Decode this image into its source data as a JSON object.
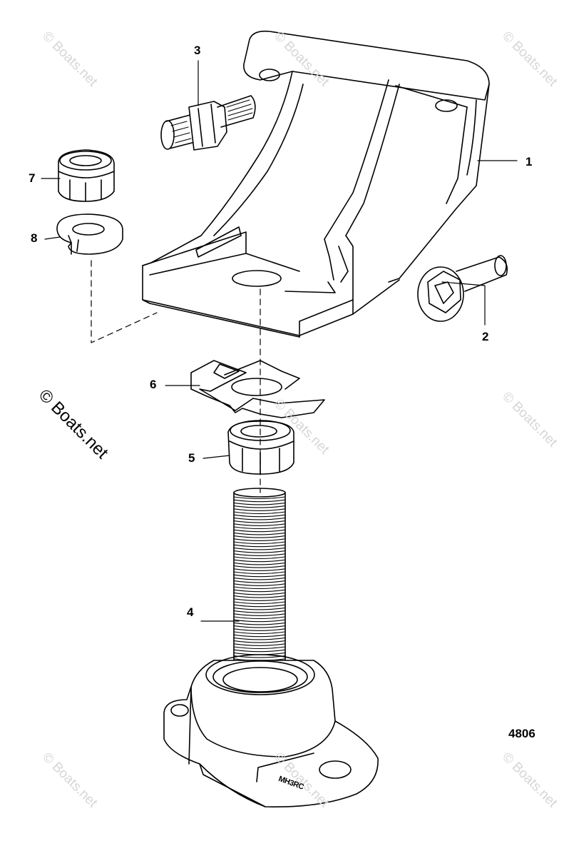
{
  "callouts": [
    {
      "id": "c1",
      "label": "1"
    },
    {
      "id": "c2",
      "label": "2"
    },
    {
      "id": "c3",
      "label": "3"
    },
    {
      "id": "c4",
      "label": "4"
    },
    {
      "id": "c5",
      "label": "5"
    },
    {
      "id": "c6",
      "label": "6"
    },
    {
      "id": "c7",
      "label": "7"
    },
    {
      "id": "c8",
      "label": "8"
    }
  ],
  "figure_number": "4806",
  "mount_stamp": "MH3RC",
  "watermark": {
    "main": "© Boats.net",
    "faint": "© Boats.net"
  },
  "colors": {
    "line": "#000000",
    "watermark": "#d6d6d6",
    "background": "#ffffff"
  }
}
